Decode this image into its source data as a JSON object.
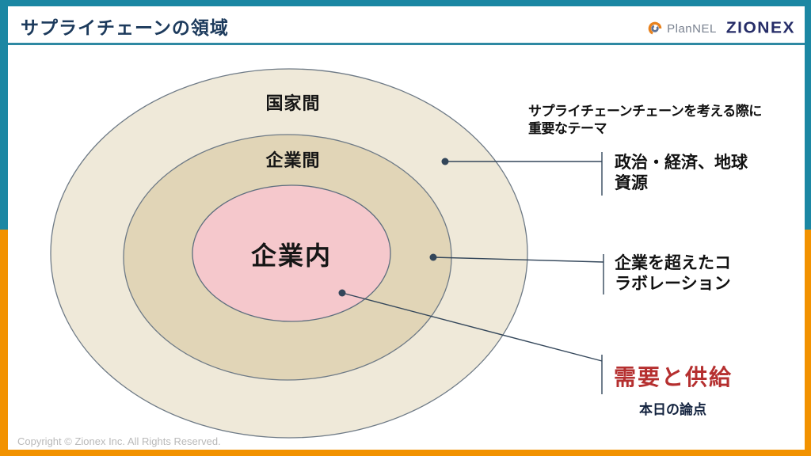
{
  "header": {
    "title": "サプライチェーンの領域"
  },
  "brand": {
    "plannel_label": "PlanNEL",
    "zionex_label": "ZIONEX"
  },
  "diagram": {
    "rings": [
      {
        "label": "国家間",
        "fill": "#EFE9D9"
      },
      {
        "label": "企業間",
        "fill": "#E1D5B7"
      },
      {
        "label": "企業内",
        "fill": "#F5C8CC"
      }
    ],
    "heading": "サプライチェーンチェーンを考える際に\n重要なテーマ",
    "callouts": [
      {
        "text": "政治・経済、地球\n資源"
      },
      {
        "text": "企業を超えたコ\nラボレーション"
      },
      {
        "text": "需要と供給",
        "note": "本日の論点",
        "color": "#B52F2F"
      }
    ]
  },
  "footer": {
    "copyright": "Copyright © Zionex Inc. All Rights Reserved."
  },
  "colors": {
    "accent_teal": "#1B87A3",
    "accent_orange": "#F29200",
    "title_navy": "#1C3A5C",
    "callout_red": "#B52F2F",
    "connector": "#33465A",
    "ring_stroke": "#6E7A86"
  }
}
